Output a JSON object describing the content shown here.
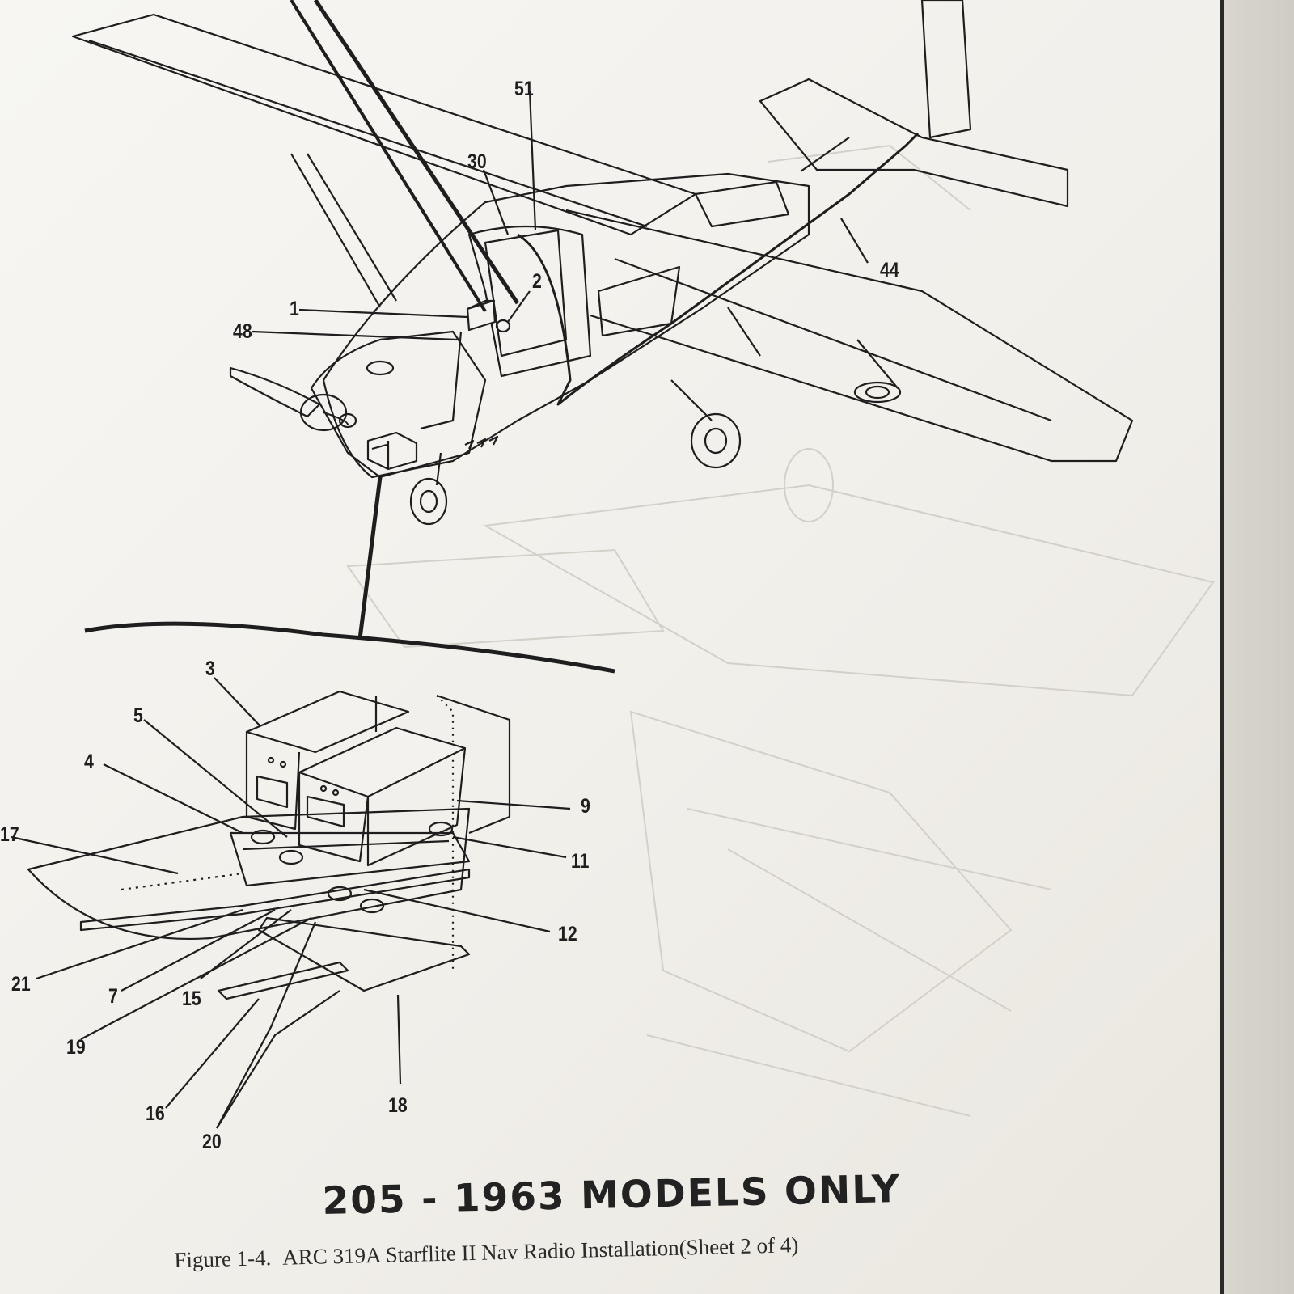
{
  "callouts": {
    "c51": "51",
    "c30": "30",
    "c2": "2",
    "c1": "1",
    "c48": "48",
    "c44": "44",
    "c3": "3",
    "c5": "5",
    "c4": "4",
    "c17": "17",
    "c9": "9",
    "c11": "11",
    "c12": "12",
    "c21": "21",
    "c7": "7",
    "c15": "15",
    "c19": "19",
    "c16": "16",
    "c18": "18",
    "c20": "20"
  },
  "banner": "205 - 1963 MODELS ONLY",
  "caption": {
    "figure": "Figure 1-4.",
    "title": "ARC 319A Starflite II Nav Radio Installation",
    "sheet": "(Sheet 2 of 4)"
  },
  "colors": {
    "ink": "#1e1e1e",
    "paper": "#f4f2ee",
    "ghost": "#cfcdc8"
  }
}
